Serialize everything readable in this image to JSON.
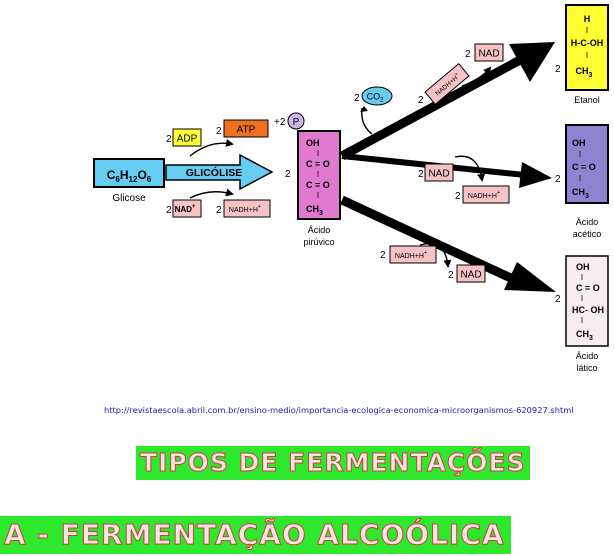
{
  "diagram": {
    "glicose": {
      "formula_c": "C",
      "formula_n1": "6",
      "formula_h": "H",
      "formula_n2": "12",
      "formula_o": "O",
      "formula_n3": "6",
      "label": "Glicose"
    },
    "glicolise_label": "GLICÓLISE",
    "adp": {
      "coef": "2",
      "label": "ADP"
    },
    "atp": {
      "coef": "2",
      "label": "ATP"
    },
    "phosphate": {
      "prefix": "+2",
      "label": "P"
    },
    "nad_in": {
      "coef": "2",
      "label": "NAD",
      "sup": "+"
    },
    "nadh_out": {
      "coef": "2",
      "label": "NADH+H",
      "sup": "+"
    },
    "piruvato": {
      "coef": "2",
      "lines": [
        "OH",
        "I",
        "C = O",
        "I",
        "C = O",
        "I",
        "CH",
        "3"
      ],
      "label1": "Ácido",
      "label2": "pirúvico"
    },
    "co2": {
      "coef": "2",
      "label": "CO",
      "sub": "2"
    },
    "etanol_branch": {
      "nadh_coef": "2",
      "nadh_label": "NADH+H",
      "nadh_sup": "+",
      "nad_coef": "2",
      "nad_label": "NAD",
      "product_coef": "2",
      "lines": [
        "H",
        "I",
        "H-C-OH",
        "I",
        "CH",
        "3"
      ],
      "label": "Etanol"
    },
    "acetico_branch": {
      "nad_coef": "2",
      "nad_label": "NAD",
      "nadh_coef": "2",
      "nadh_label": "NADH+H",
      "nadh_sup": "+",
      "product_coef": "2",
      "lines": [
        "OH",
        "I",
        "C = O",
        "I",
        "CH",
        "3"
      ],
      "label1": "Ácido",
      "label2": "acético"
    },
    "latico_branch": {
      "nadh_coef": "2",
      "nadh_label": "NADH+H",
      "nadh_sup": "+",
      "nad_coef": "2",
      "nad_label": "NAD",
      "product_coef": "2",
      "lines": [
        "OH",
        "I",
        "C = O",
        "I",
        "HC- OH",
        "I",
        "CH",
        "3"
      ],
      "label1": "Ácido",
      "label2": "lático"
    }
  },
  "source_url": "http://revistaescola.abril.com.br/ensino-medio/importancia-ecologica-economica-microorganismos-620927.shtml",
  "banner_title": "TIPOS DE FERMENTAÇÕES",
  "banner_subtitle": "A - FERMENTAÇÃO ALCOÓLICA",
  "colors": {
    "glicose": "#66ccf0",
    "adp": "#ffff33",
    "atp": "#f07020",
    "nad": "#f5c3c3",
    "piruvato": "#e07ad0",
    "co2": "#66ccf0",
    "phosphate": "#cdb8ea",
    "etanol": "#ffff33",
    "acetico": "#8c84d0",
    "latico": "#f6eeee",
    "banner": "#2ee82e"
  }
}
